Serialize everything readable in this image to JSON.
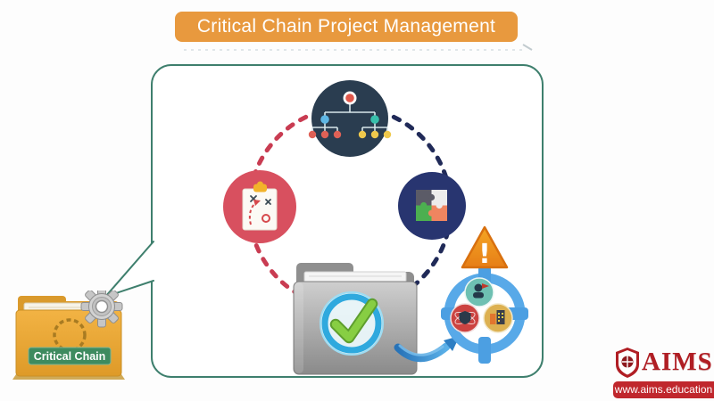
{
  "banner": {
    "title": "Critical Chain Project Management",
    "bg_color": "#E8993E",
    "text_color": "#FFFFFF"
  },
  "bubble": {
    "border_color": "#3E7F6D",
    "fill_color": "#FFFFFF"
  },
  "cycle": {
    "dash_left_color": "#C93C52",
    "dash_right_color": "#202A58",
    "nodes": [
      {
        "name": "organization-chart",
        "icon": "org-hierarchy-icon",
        "bg": "#2A3D50"
      },
      {
        "name": "strategy-plan",
        "icon": "strategy-clipboard-icon",
        "bg": "#D8505F"
      },
      {
        "name": "integration",
        "icon": "puzzle-pieces-icon",
        "bg": "#283570"
      }
    ]
  },
  "approved_folder": {
    "icon": "folder-check-icon",
    "folder_color": "#8F8F8F",
    "ring_color": "#2FA9DE",
    "check_color": "#7DC242"
  },
  "flow_arrow": {
    "icon": "curved-arrow-icon",
    "color": "#2E7FC4"
  },
  "risk_target": {
    "icon": "crosshair-target-icon",
    "ring_color": "#58A9E8",
    "warning": {
      "icon": "warning-triangle-icon",
      "glyph": "!",
      "color": "#F08A1E"
    },
    "items": [
      {
        "icon": "threat-person-icon",
        "bg": "#6EC0B2"
      },
      {
        "icon": "malware-shield-icon",
        "bg": "#CC4341"
      },
      {
        "icon": "enterprise-buildings-icon",
        "bg": "#DDB151"
      }
    ]
  },
  "source_folder": {
    "label": "Critical Chain",
    "folder_color": "#E9A63C",
    "label_bg": "#3E8B5F",
    "gear_icon": "gear-icon",
    "chain_icon": "chain-ring-icon"
  },
  "brand": {
    "name": "AIMS",
    "url": "www.aims.education",
    "color": "#B01E24",
    "bar_color": "#C0272D",
    "crest_icon": "aims-crest-icon"
  }
}
